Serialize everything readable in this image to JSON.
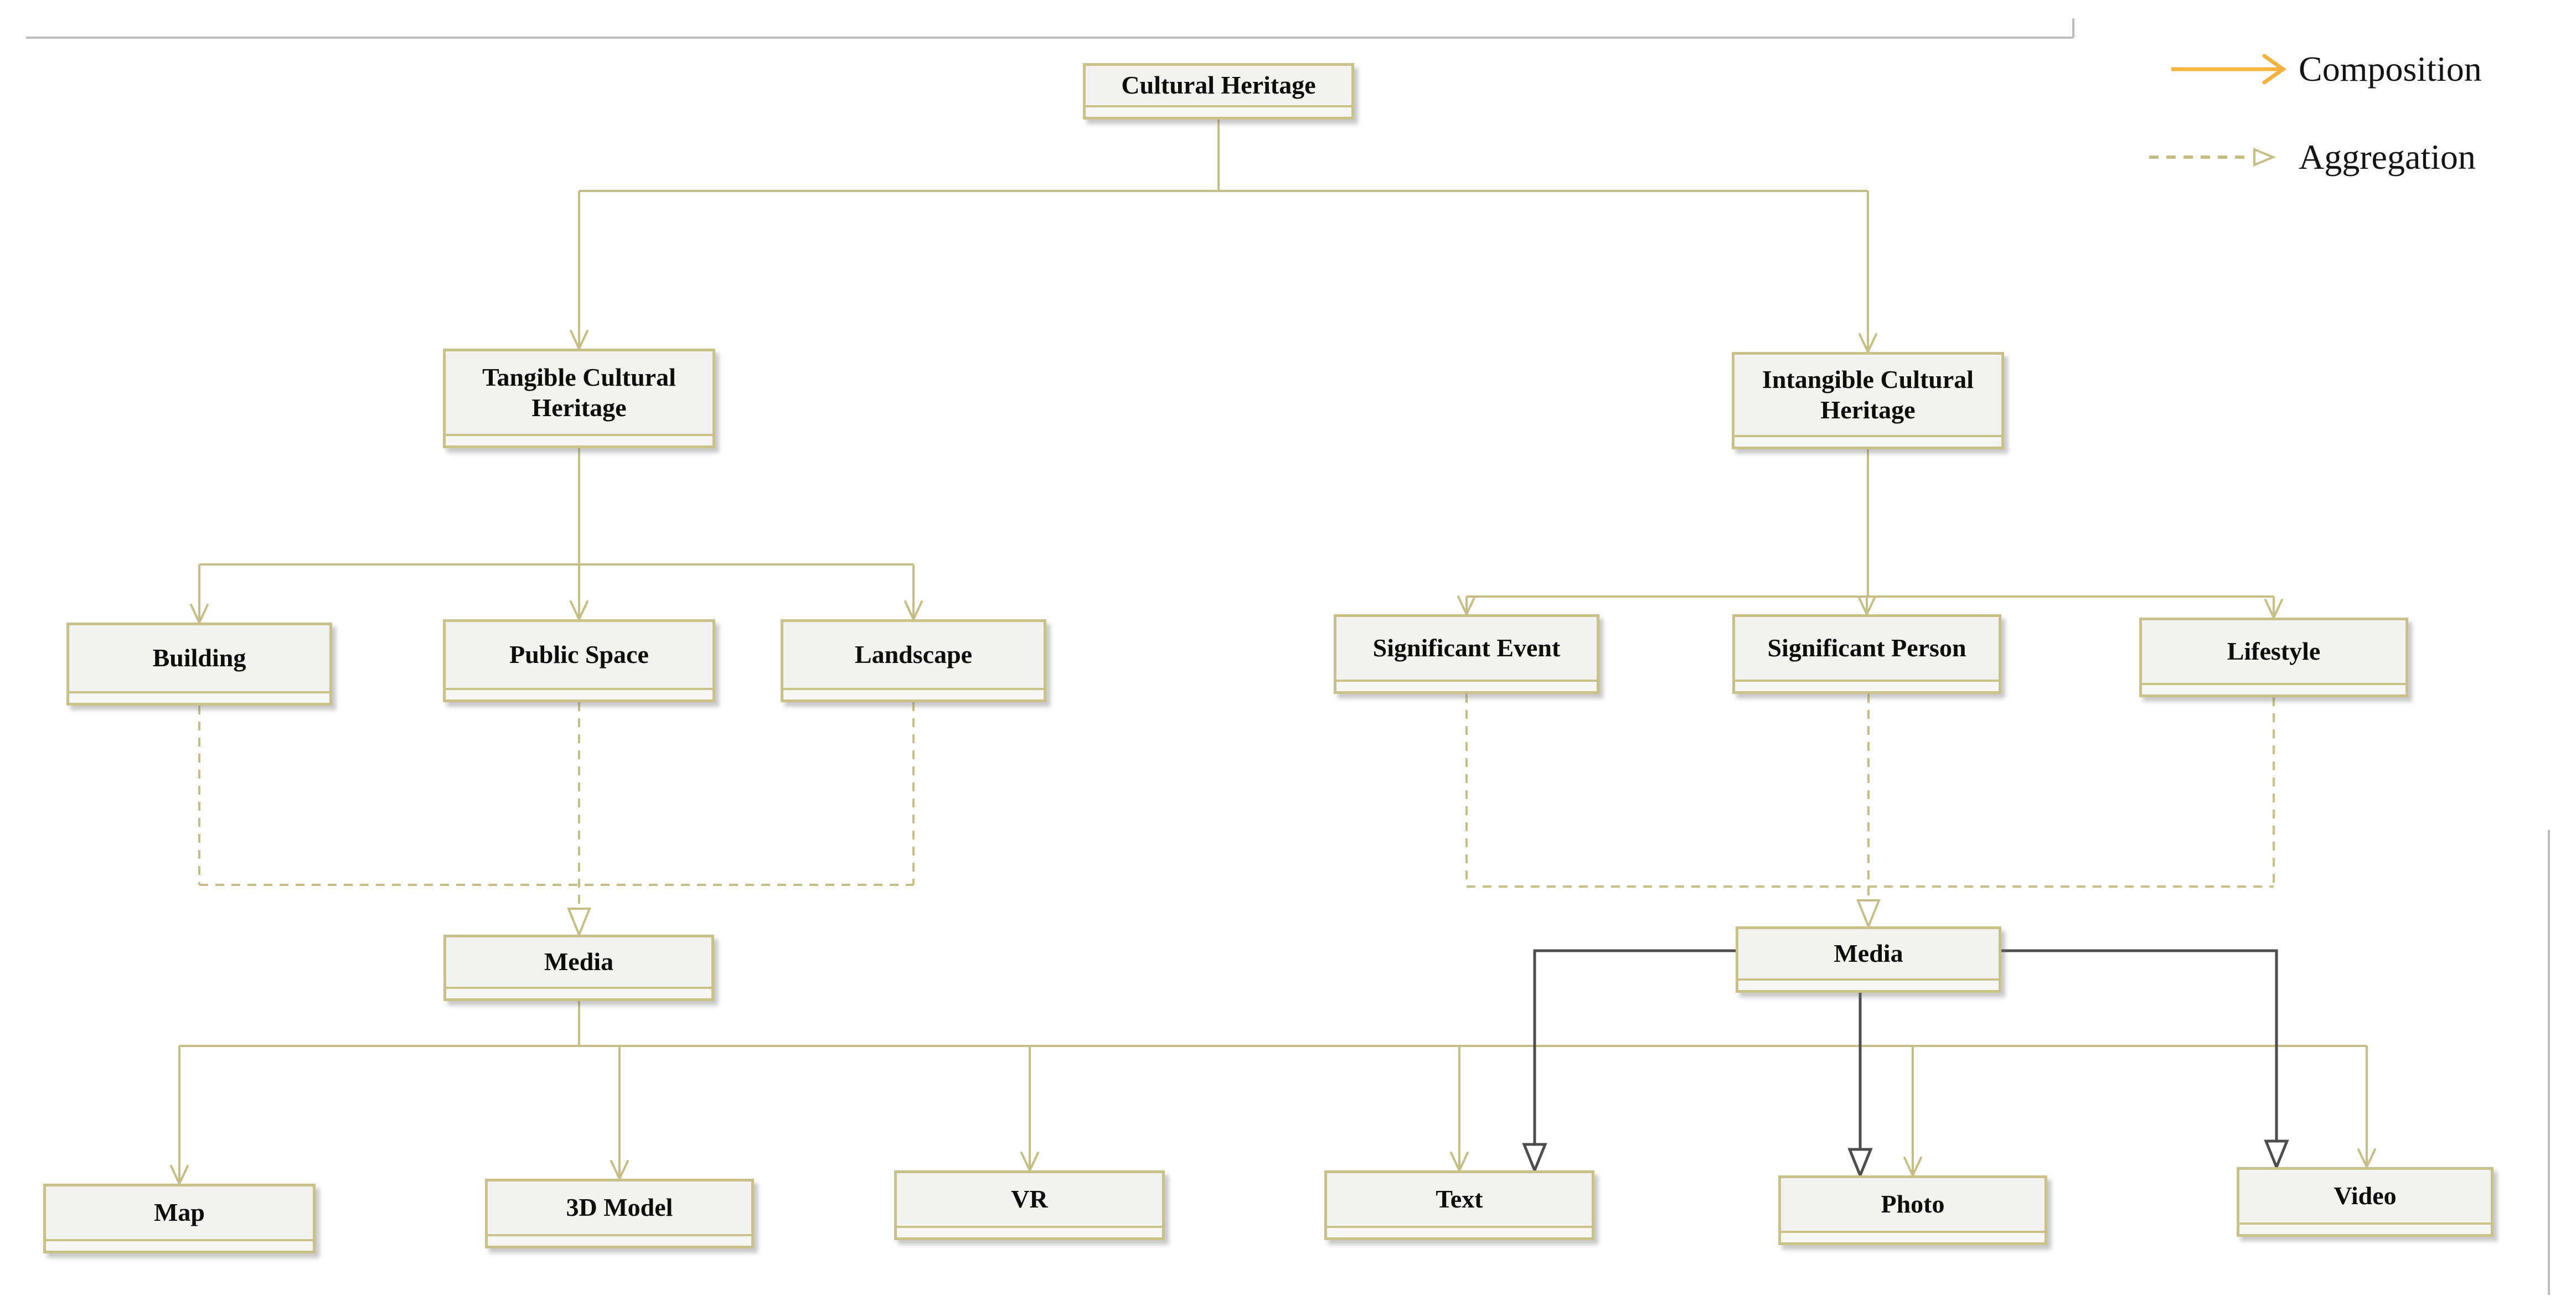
{
  "nodes": {
    "cultural_heritage": {
      "label": "Cultural Heritage"
    },
    "tangible": {
      "label": "Tangible Cultural Heritage"
    },
    "intangible": {
      "label": "Intangible Cultural Heritage"
    },
    "building": {
      "label": "Building"
    },
    "public_space": {
      "label": "Public Space"
    },
    "landscape": {
      "label": "Landscape"
    },
    "significant_event": {
      "label": "Significant Event"
    },
    "significant_person": {
      "label": "Significant Person"
    },
    "lifestyle": {
      "label": "Lifestyle"
    },
    "media_tangible": {
      "label": "Media"
    },
    "media_intangible": {
      "label": "Media"
    },
    "map": {
      "label": "Map"
    },
    "model_3d": {
      "label": "3D Model"
    },
    "vr": {
      "label": "VR"
    },
    "text": {
      "label": "Text"
    },
    "photo": {
      "label": "Photo"
    },
    "video": {
      "label": "Video"
    }
  },
  "legend": {
    "items": [
      {
        "label": "Composition",
        "line_style": "solid",
        "color": "#f2b340"
      },
      {
        "label": "Aggregation",
        "line_style": "dashed",
        "color": "#c5bf87"
      }
    ]
  },
  "colors": {
    "box_fill": "#f2f2f0",
    "box_border": "#c8c28a",
    "composition_line": "#c5bf87",
    "composition_legend_arrow": "#f2b340",
    "aggregation_line": "#c5bf87",
    "media_aggregation_dark_line": "#4d4d4d",
    "page_border_artifact": "#bdbdbd",
    "text": "#0d0d0d"
  },
  "edges": [
    {
      "from": "cultural_heritage",
      "to": "tangible",
      "type": "composition"
    },
    {
      "from": "cultural_heritage",
      "to": "intangible",
      "type": "composition"
    },
    {
      "from": "tangible",
      "to": "building",
      "type": "composition"
    },
    {
      "from": "tangible",
      "to": "public_space",
      "type": "composition"
    },
    {
      "from": "tangible",
      "to": "landscape",
      "type": "composition"
    },
    {
      "from": "intangible",
      "to": "significant_event",
      "type": "composition"
    },
    {
      "from": "intangible",
      "to": "significant_person",
      "type": "composition"
    },
    {
      "from": "intangible",
      "to": "lifestyle",
      "type": "composition"
    },
    {
      "from": "building",
      "to": "media_tangible",
      "type": "aggregation"
    },
    {
      "from": "public_space",
      "to": "media_tangible",
      "type": "aggregation"
    },
    {
      "from": "landscape",
      "to": "media_tangible",
      "type": "aggregation"
    },
    {
      "from": "significant_event",
      "to": "media_intangible",
      "type": "aggregation"
    },
    {
      "from": "significant_person",
      "to": "media_intangible",
      "type": "aggregation"
    },
    {
      "from": "lifestyle",
      "to": "media_intangible",
      "type": "aggregation"
    },
    {
      "from": "media_tangible",
      "to": "map",
      "type": "composition"
    },
    {
      "from": "media_tangible",
      "to": "model_3d",
      "type": "composition"
    },
    {
      "from": "media_tangible",
      "to": "vr",
      "type": "composition"
    },
    {
      "from": "media_tangible",
      "to": "text",
      "type": "composition"
    },
    {
      "from": "media_tangible",
      "to": "photo",
      "type": "composition"
    },
    {
      "from": "media_tangible",
      "to": "video",
      "type": "composition"
    },
    {
      "from": "media_intangible",
      "to": "text",
      "type": "aggregation-dark"
    },
    {
      "from": "media_intangible",
      "to": "photo",
      "type": "aggregation-dark"
    },
    {
      "from": "media_intangible",
      "to": "video",
      "type": "aggregation-dark"
    }
  ]
}
